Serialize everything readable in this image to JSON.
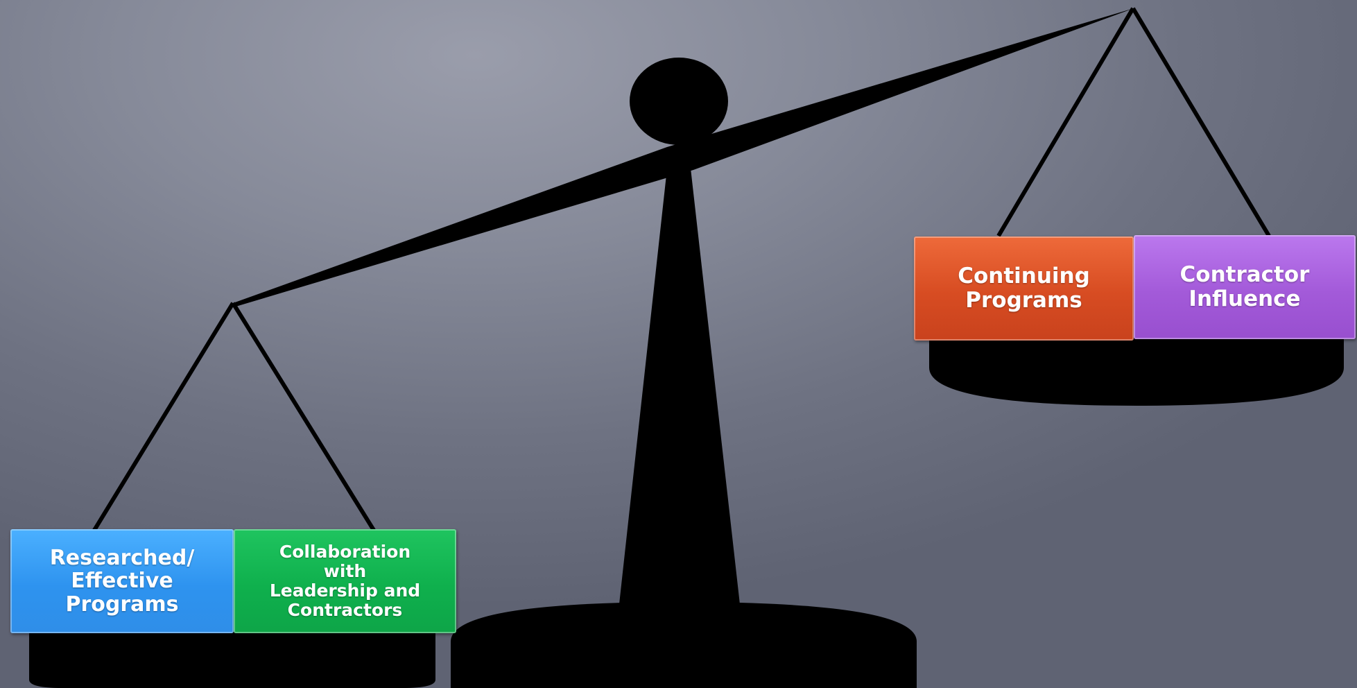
{
  "left_pan": {
    "blocks": [
      {
        "label": "Researched/\nEffective\nPrograms",
        "color": "#2f95f0"
      },
      {
        "label": "Collaboration\nwith\nLeadership and\nContractors",
        "color": "#10b14e"
      }
    ]
  },
  "right_pan": {
    "blocks": [
      {
        "label": "Continuing\nPrograms",
        "color": "#d9502a"
      },
      {
        "label": "Contractor\nInfluence",
        "color": "#a35ad9"
      }
    ]
  },
  "colors": {
    "scale": "#000000",
    "background": "#7e8292"
  }
}
